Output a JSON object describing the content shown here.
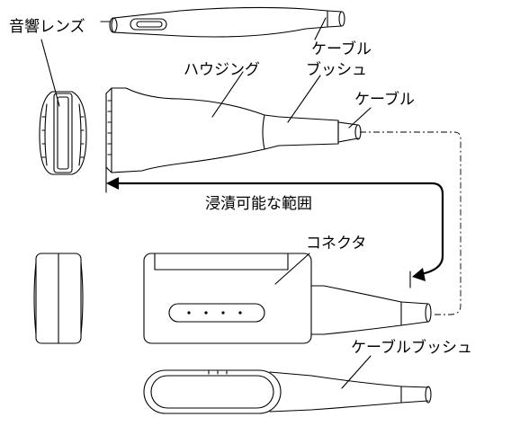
{
  "labels": {
    "acoustic_lens": "音響レンズ",
    "cable_top": "ケーブル",
    "housing": "ハウジング",
    "bush": "ブッシュ",
    "cable_mid": "ケーブル",
    "immersion_range": "浸漬可能な範囲",
    "connector": "コネクタ",
    "cable_bush": "ケーブルブッシュ"
  }
}
